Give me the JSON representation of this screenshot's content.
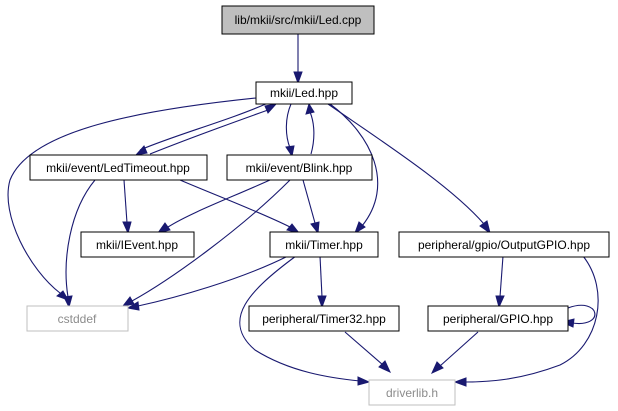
{
  "nodes": {
    "led_cpp": "lib/mkii/src/mkii/Led.cpp",
    "led_hpp": "mkii/Led.hpp",
    "led_timeout": "mkii/event/LedTimeout.hpp",
    "blink": "mkii/event/Blink.hpp",
    "ievent": "mkii/IEvent.hpp",
    "timer": "mkii/Timer.hpp",
    "output_gpio": "peripheral/gpio/OutputGPIO.hpp",
    "cstddef": "cstddef",
    "timer32": "peripheral/Timer32.hpp",
    "gpio": "peripheral/GPIO.hpp",
    "driverlib": "driverlib.h"
  },
  "colors": {
    "edge": "#191970",
    "root_fill": "#bfbfbf",
    "external_border": "#bfbfbf",
    "external_text": "#8c8c8c"
  }
}
